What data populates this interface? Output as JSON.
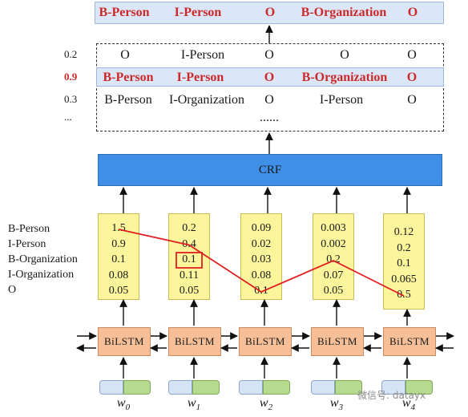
{
  "top_result": [
    "B-Person",
    "I-Person",
    "O",
    "B-Organization",
    "O"
  ],
  "candidates": [
    {
      "score": "0.2",
      "labels": [
        "O",
        "I-Person",
        "O",
        "O",
        "O"
      ],
      "highlight": false
    },
    {
      "score": "0.9",
      "labels": [
        "B-Person",
        "I-Person",
        "O",
        "B-Organization",
        "O"
      ],
      "highlight": true
    },
    {
      "score": "0.3",
      "labels": [
        "B-Person",
        "I-Organization",
        "O",
        "I-Person",
        "O"
      ],
      "highlight": false
    }
  ],
  "ellipsis_left": "...",
  "ellipsis_mid": "......",
  "crf_label": "CRF",
  "row_labels": [
    "B-Person",
    "I-Person",
    "B-Organization",
    "I-Organization",
    "O"
  ],
  "emissions": [
    [
      "1.5",
      "0.9",
      "0.1",
      "0.08",
      "0.05"
    ],
    [
      "0.2",
      "0.4",
      "0.1",
      "0.11",
      "0.05"
    ],
    [
      "0.09",
      "0.02",
      "0.03",
      "0.08",
      "0.1"
    ],
    [
      "0.003",
      "0.002",
      "0.2",
      "0.07",
      "0.05"
    ],
    [
      "0.12",
      "0.2",
      "0.1",
      "0.065",
      "0.5"
    ]
  ],
  "best_path_indices": [
    0,
    1,
    4,
    2,
    4
  ],
  "boxed_cell": {
    "column": 1,
    "row": 2
  },
  "bilstm_label": "BiLSTM",
  "words": [
    {
      "base": "w",
      "sub": "0"
    },
    {
      "base": "w",
      "sub": "1"
    },
    {
      "base": "w",
      "sub": "2"
    },
    {
      "base": "w",
      "sub": "3"
    },
    {
      "base": "w",
      "sub": "4"
    }
  ],
  "watermark": "微信号: datayx",
  "colors": {
    "highlight_red": "#cc2a2a",
    "path_red": "#e02020",
    "crf_blue": "#3f8fe6",
    "score_yellow": "#fbf59c",
    "bilstm_orange": "#f6bf98",
    "result_bar": "#dbe6f6"
  }
}
